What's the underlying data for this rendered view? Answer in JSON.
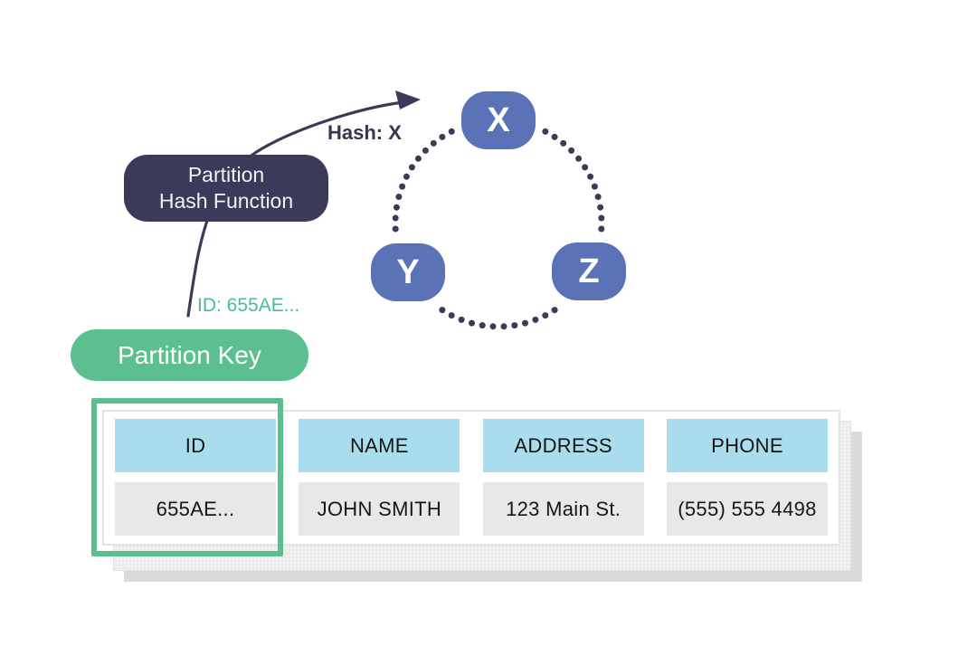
{
  "diagram": {
    "hash_box": {
      "line1": "Partition",
      "line2": "Hash Function"
    },
    "hash_label": "Hash: X",
    "id_label": "ID: 655AE...",
    "partition_key_label": "Partition Key",
    "ring": {
      "nodes": [
        {
          "label": "X"
        },
        {
          "label": "Y"
        },
        {
          "label": "Z"
        }
      ]
    },
    "colors": {
      "navy": "#3B3A59",
      "node_blue": "#5A73B7",
      "pill_green": "#5CBF90",
      "green_text": "#49BD8C",
      "highlight_green": "#5BBE8E",
      "header_blue": "#A9DCEC",
      "cell_gray": "#E8E8E8"
    }
  },
  "table": {
    "headers": [
      "ID",
      "NAME",
      "ADDRESS",
      "PHONE"
    ],
    "rows": [
      [
        "655AE...",
        "JOHN SMITH",
        "123 Main St.",
        "(555) 555 4498"
      ]
    ]
  }
}
